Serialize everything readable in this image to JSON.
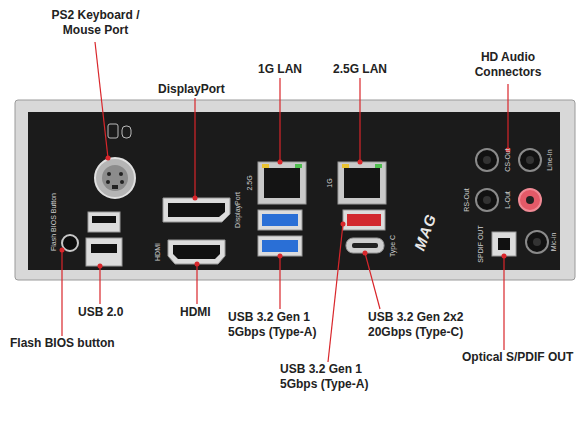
{
  "diagram": {
    "labels": [
      "PS2 Keyboard / Mouse Port",
      "DisplayPort",
      "1G LAN",
      "2.5G LAN",
      "HD Audio Connectors",
      "Flash BIOS Button",
      "DisplayPort",
      "HDMI",
      "2.5G",
      "1G",
      "MAG",
      "CS-Out",
      "Line-In",
      "RS-Out",
      "L-Out",
      "Mic-in",
      "SPDIF OUT",
      "Type C",
      "Flash BIOS button",
      "USB 2.0",
      "HDMI",
      "USB 3.2 Gen 1 5Gbps (Type-A)",
      "USB 3.2 Gen 2x2 20Gbps (Type-C)",
      "USB 3.2 Gen 1 5Gbps (Type-A)",
      "Optical S/PDIF OUT"
    ]
  }
}
